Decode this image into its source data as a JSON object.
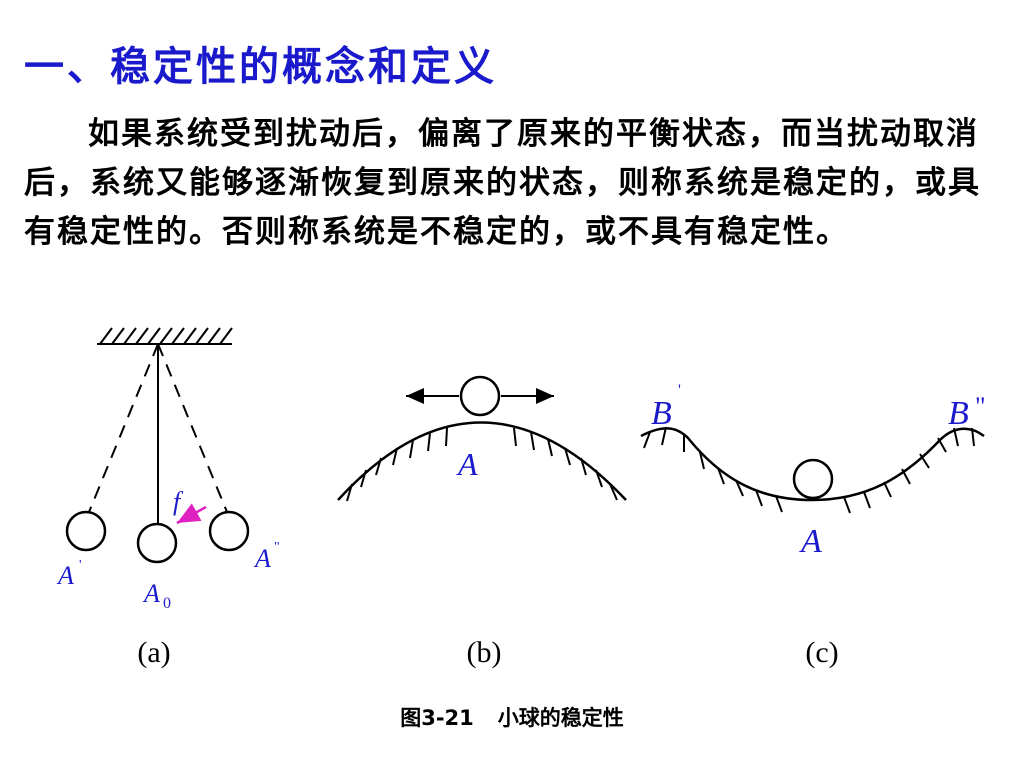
{
  "heading": "一、稳定性的概念和定义",
  "paragraph": "如果系统受到扰动后，偏离了原来的平衡状态，而当扰动取消后，系统又能够逐渐恢复到原来的状态，则称系统是稳定的，或具有稳定性的。否则称系统是不稳定的，或不具有稳定性。",
  "figure": {
    "a": {
      "label": "(a)",
      "labels": {
        "left": "A",
        "left_prime": "'",
        "center": "A",
        "center_sub": "0",
        "right": "A",
        "right_prime": "\"",
        "force": "f"
      }
    },
    "b": {
      "label": "(b)",
      "labels": {
        "point": "A"
      }
    },
    "c": {
      "label": "(c)",
      "labels": {
        "left": "B",
        "left_prime": "'",
        "right": "B",
        "right_prime": "\"",
        "point": "A"
      }
    },
    "caption_number": "图3-21",
    "caption_text": "小球的稳定性"
  },
  "colors": {
    "heading": "#1a1acc",
    "labels": "#1a1acc",
    "force_arrow": "#e020c0"
  }
}
